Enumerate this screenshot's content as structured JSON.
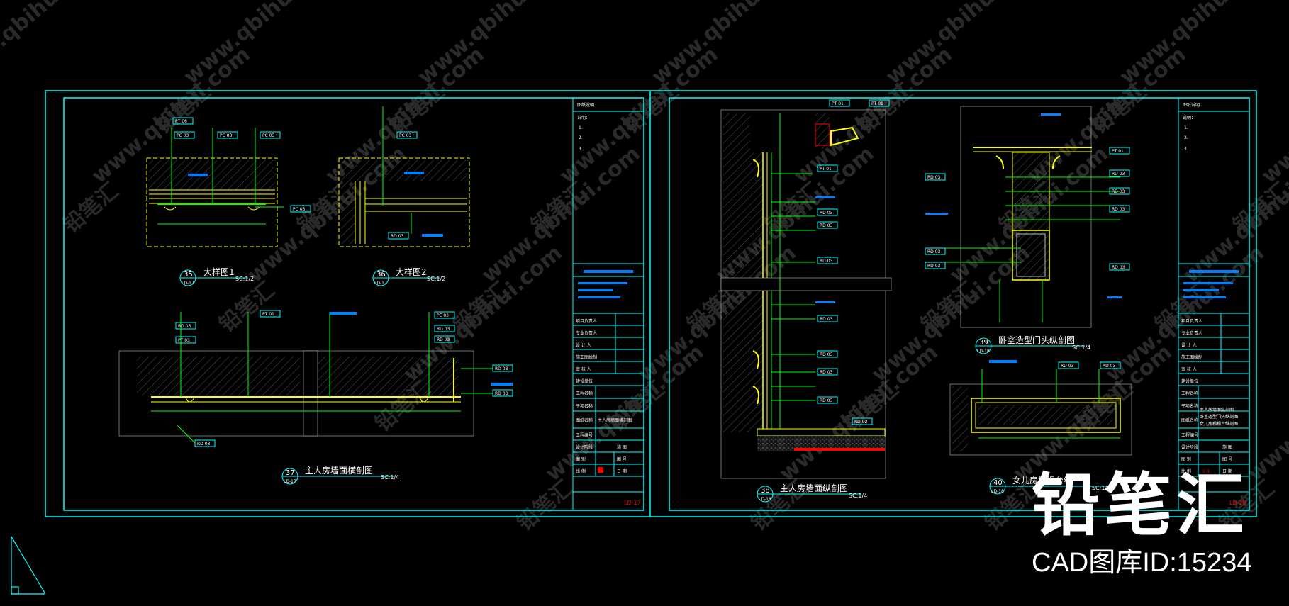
{
  "sheets": [
    {
      "sheet_no": "LD-17",
      "notes_title": "图纸说明",
      "notes_heading": "说明：",
      "notes_items": [
        "1.",
        "2.",
        "3."
      ],
      "sign_rows": [
        "项目负责人",
        "专业负责人",
        "设 计 人",
        "施工图绘制",
        "审 核 人"
      ],
      "info_rows": [
        "建设单位",
        "工程名称",
        "子项名称",
        "图纸名称",
        "工程编号"
      ],
      "drawing_name": "主人房墙面横剖图",
      "footer_rows": [
        [
          "设计阶段",
          "",
          "施 图"
        ],
        [
          "图 别",
          "",
          "图 号"
        ],
        [
          "比 例",
          "",
          "日 期"
        ]
      ],
      "details": [
        {
          "num": "35",
          "ref": "LD-17",
          "title": "大样图1",
          "scale": "SC:1/2"
        },
        {
          "num": "36",
          "ref": "LD-17",
          "title": "大样图2",
          "scale": "SC:1/2"
        },
        {
          "num": "37",
          "ref": "LD-17",
          "title": "主人房墙面横剖图",
          "scale": "SC:1/4"
        }
      ],
      "tags": [
        "PT 06",
        "PC 03",
        "PC 03",
        "PC 03",
        "PC 03",
        "PC 03",
        "RD 03",
        "RD 03",
        "PT 01",
        "PE 03",
        "RD 03",
        "RD 03",
        "RD 03",
        "RD 03",
        "RD 03",
        "PT 03"
      ]
    },
    {
      "sheet_no": "LD-18",
      "notes_title": "图纸说明",
      "notes_heading": "说明：",
      "notes_items": [
        "1.",
        "2.",
        "3."
      ],
      "sign_rows": [
        "项目负责人",
        "专业负责人",
        "设 计 人",
        "施工图绘制",
        "审 核 人"
      ],
      "info_rows": [
        "建设单位",
        "工程名称",
        "子项名称",
        "图纸名称",
        "工程编号"
      ],
      "drawing_name_lines": [
        "主人房墙面纵剖图",
        "卧室造型门头纵剖图",
        "女儿房榻榻台纵剖图"
      ],
      "footer_rows": [
        [
          "设计阶段",
          "",
          "施 图"
        ],
        [
          "图 别",
          "",
          "图 号"
        ],
        [
          "比 例",
          "1:4",
          "日 期"
        ]
      ],
      "details": [
        {
          "num": "38",
          "ref": "LD-18",
          "title": "主人房墙面纵剖图",
          "scale": "SC:1/4"
        },
        {
          "num": "39",
          "ref": "LD-18",
          "title": "卧室造型门头纵剖图",
          "scale": "SC:1/4"
        },
        {
          "num": "40",
          "ref": "LD-18",
          "title": "女儿房榻榻台纵",
          "scale": "SC:1/4"
        }
      ],
      "tags": [
        "PT 01",
        "PT 01",
        "PT 01",
        "RD 03",
        "RD 03",
        "RD 03",
        "RD 03",
        "RD 03",
        "RD 03",
        "RD 03",
        "RD 03",
        "RD 03",
        "RD 03",
        "RD 03",
        "PT 01",
        "RD 03",
        "RD 03",
        "RD 03",
        "RD 03",
        "RD 03",
        "RD 03"
      ]
    }
  ],
  "watermark_text": "www.qbihui.com",
  "watermark_brand": "铅笔汇",
  "brand": {
    "logo": "铅笔汇",
    "cad_id": "CAD图库ID:15234"
  },
  "colors": {
    "background": "#000000",
    "frame": "#00ffff",
    "linework": "#00ff00",
    "hatch": "#ffff00",
    "tag_fill": "#0080ff",
    "sheet_no": "#ff0000"
  }
}
